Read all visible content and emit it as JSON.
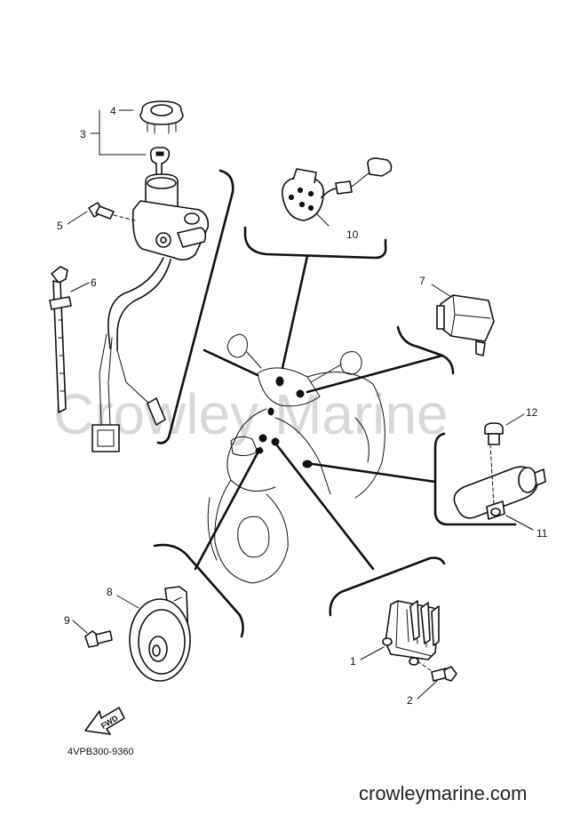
{
  "parts": [
    {
      "ref": "1",
      "label": "1"
    },
    {
      "ref": "2",
      "label": "2"
    },
    {
      "ref": "3",
      "label": "3"
    },
    {
      "ref": "4",
      "label": "4"
    },
    {
      "ref": "5",
      "label": "5"
    },
    {
      "ref": "6",
      "label": "6"
    },
    {
      "ref": "7",
      "label": "7"
    },
    {
      "ref": "8",
      "label": "8"
    },
    {
      "ref": "9",
      "label": "9"
    },
    {
      "ref": "10",
      "label": "10"
    },
    {
      "ref": "11",
      "label": "11"
    },
    {
      "ref": "12",
      "label": "12"
    }
  ],
  "diagram_code": "4VPB300-9360",
  "fwd_label": "FWD",
  "watermark": "Crowley Marine",
  "site_url": "crowleymarine.com"
}
